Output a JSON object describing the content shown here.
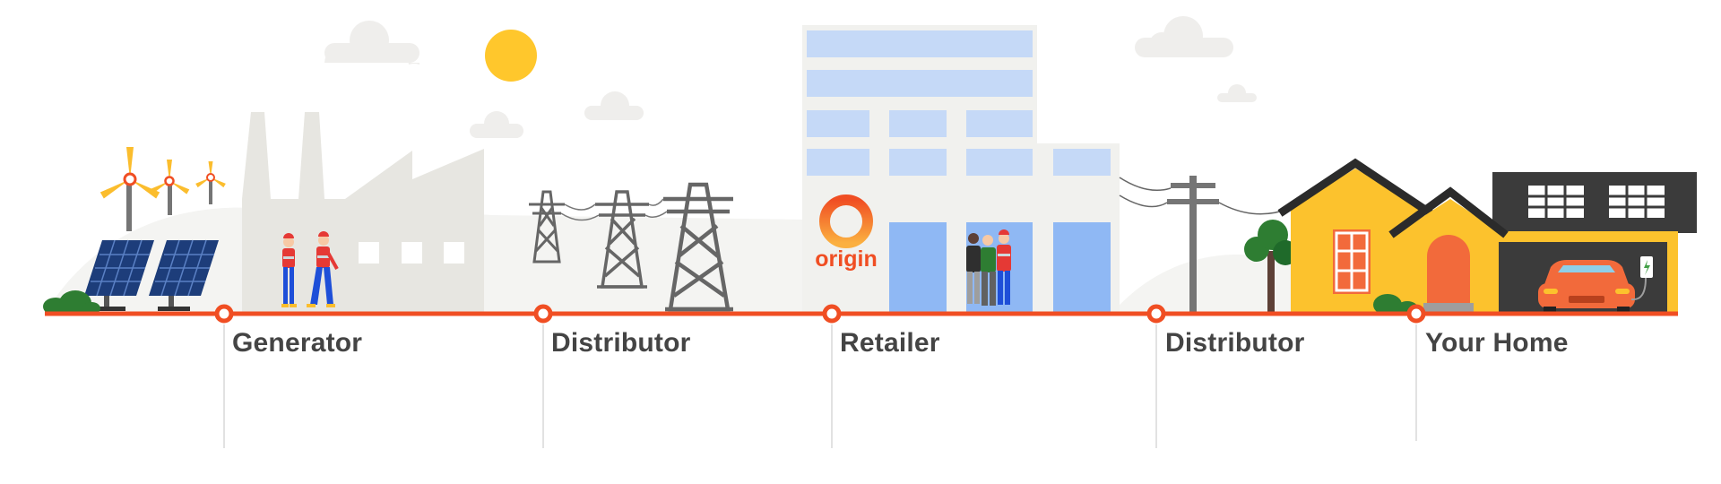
{
  "brand": {
    "name": "origin",
    "color": "#f04e23",
    "gradient": [
      "#f04e23",
      "#fbb040"
    ]
  },
  "timeline": {
    "line_color": "#f04e23",
    "stages": [
      {
        "id": "generator",
        "label": "Generator",
        "icon": "factory-icon"
      },
      {
        "id": "distributor-1",
        "label": "Distributor",
        "icon": "transmission-tower-icon"
      },
      {
        "id": "retailer",
        "label": "Retailer",
        "icon": "office-building-icon"
      },
      {
        "id": "distributor-2",
        "label": "Distributor",
        "icon": "power-pole-icon"
      },
      {
        "id": "your-home",
        "label": "Your Home",
        "icon": "house-icon"
      }
    ]
  },
  "colors": {
    "sun": "#ffc72c",
    "cloud": "#efeeec",
    "hill": "#f4f4f2",
    "factory": "#e7e6e1",
    "building": "#f1f1ee",
    "window": "#c5d9f7",
    "door": "#8fb8f4",
    "tower": "#666666",
    "house": "#fcc22d",
    "roof": "#3b3b3b",
    "car": "#f26a3b",
    "solar_panel": "#1d3d7a",
    "tree": "#2e7d32"
  }
}
